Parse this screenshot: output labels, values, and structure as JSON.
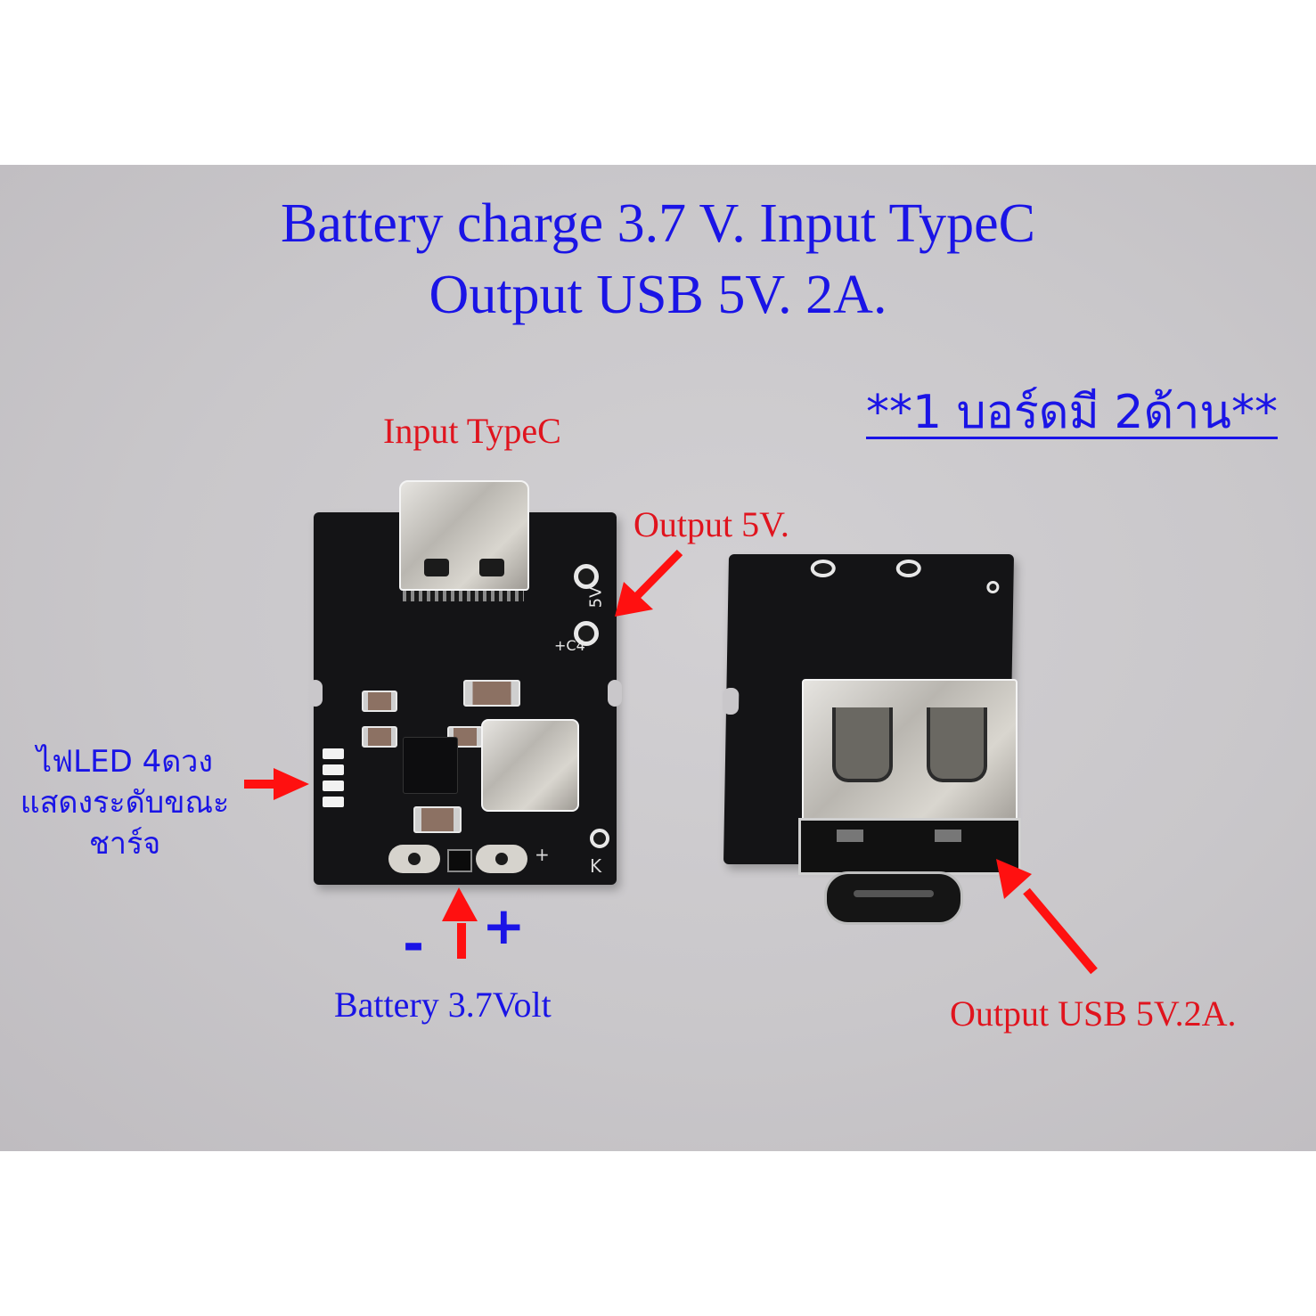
{
  "heading": {
    "line1": "Battery charge 3.7 V. Input TypeC",
    "line2": "Output USB 5V. 2A."
  },
  "note": "**1 บอร์ดมี 2ด้าน**",
  "labels": {
    "input_typec": "Input TypeC",
    "output_5v": "Output 5V.",
    "led_line1": "ไฟLED 4ดวง",
    "led_line2": "แสดงระดับขณะ",
    "led_line3": "ชาร์จ",
    "minus": "-",
    "plus": "+",
    "battery": "Battery 3.7Volt",
    "output_usb": "Output USB 5V.2A."
  },
  "silkscreen": {
    "v5": "5V",
    "c4": "+C4",
    "k": "K",
    "plus": "+"
  },
  "colors": {
    "heading_blue": "#1a14e6",
    "annotation_red": "#e0141e",
    "background_gray": "#c9c7ca",
    "pcb_black": "#141416"
  }
}
